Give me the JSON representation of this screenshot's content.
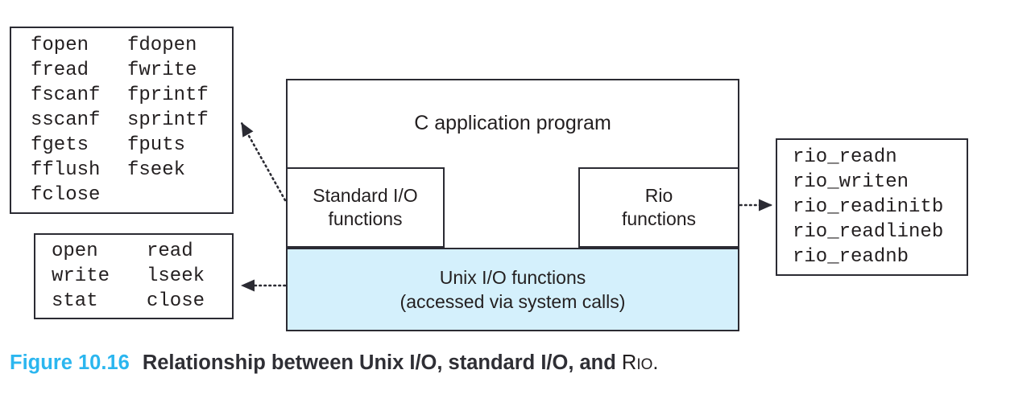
{
  "figure": {
    "caption_number": "Figure 10.16",
    "caption_text": "Relationship between Unix I/O, standard I/O, and ",
    "caption_acronym_first": "R",
    "caption_acronym_rest": "IO",
    "caption_period": ".",
    "accent_color": "#2bb6ef",
    "band_color": "#d4f0fc",
    "line_color": "#2b2b33"
  },
  "stdio_panel": {
    "name": "standard-io-function-list",
    "rows": [
      [
        "fopen",
        "fdopen"
      ],
      [
        "fread",
        "fwrite"
      ],
      [
        "fscanf",
        "fprintf"
      ],
      [
        "sscanf",
        "sprintf"
      ],
      [
        "fgets",
        "fputs"
      ],
      [
        "fflush",
        "fseek"
      ],
      [
        "fclose",
        ""
      ]
    ]
  },
  "unixio_panel": {
    "name": "unix-io-function-list",
    "rows": [
      [
        "open",
        "read"
      ],
      [
        "write",
        "lseek"
      ],
      [
        "stat",
        "close"
      ]
    ]
  },
  "rio_panel": {
    "name": "rio-function-list",
    "rows": [
      [
        "rio_readn"
      ],
      [
        "rio_writen"
      ],
      [
        "rio_readinitb"
      ],
      [
        "rio_readlineb"
      ],
      [
        "rio_readnb"
      ]
    ]
  },
  "diagram": {
    "application_label": "C application program",
    "stdio_functions_label_line1": "Standard I/O",
    "stdio_functions_label_line2": "functions",
    "rio_functions_label_line1": "Rio",
    "rio_functions_label_line2": "functions",
    "unixio_band_line1": "Unix I/O functions",
    "unixio_band_line2": "(accessed via system calls)"
  }
}
